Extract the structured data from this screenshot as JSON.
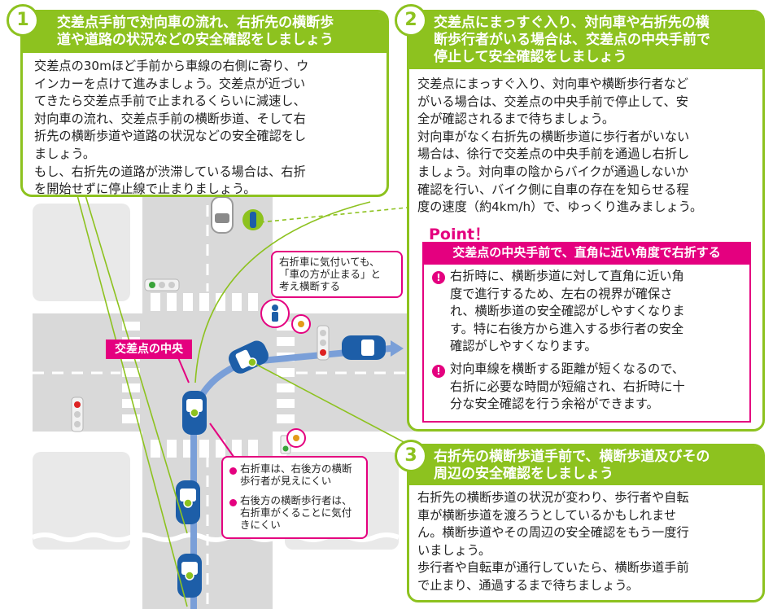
{
  "colors": {
    "accent_green": "#8dc21f",
    "accent_pink": "#e4007f",
    "car_blue": "#1d5ea8",
    "road_gray": "#d9d9d9",
    "route_blue": "#7a9fd8"
  },
  "step1": {
    "number": "1",
    "title_line1": "交差点手前で対向車の流れ、右折先の横断歩",
    "title_line2": "道や道路の状況などの安全確認をしましょう",
    "body": "交差点の30mほど手前から車線の右側に寄り、ウ\nインカーを点けて進みましょう。交差点が近づい\nてきたら交差点手前で止まれるくらいに減速し、\n対向車の流れ、交差点手前の横断歩道、そして右\n折先の横断歩道や道路の状況などの安全確認をし\nましょう。\nもし、右折先の道路が渋滞している場合は、右折\nを開始せずに停止線で止まりましょう。"
  },
  "step2": {
    "number": "2",
    "title_line1": "交差点にまっすぐ入り、対向車や右折先の横",
    "title_line2": "断歩行者がいる場合は、交差点の中央手前で",
    "title_line3": "停止して安全確認をしましょう",
    "body": "交差点にまっすぐ入り、対向車や横断歩行者など\nがいる場合は、交差点の中央手前で停止して、安\n全が確認されるまで待ちましょう。\n対向車がなく右折先の横断歩道に歩行者がいない\n場合は、徐行で交差点の中央手前を通過し右折し\nましょう。対向車の陰からバイクが通過しないか\n確認を行い、バイク側に自車の存在を知らせる程\n度の速度（約4km/h）で、ゆっくり進みましょう。",
    "point_label": "Point！",
    "point_heading": "交差点の中央手前で、直角に近い角度で右折する",
    "point_items": [
      "右折時に、横断歩道に対して直角に近い角\n度で進行するため、左右の視界が確保さ\nれ、横断歩道の安全確認がしやすくなりま\nす。特に右後方から進入する歩行者の安全\n確認がしやすくなります。",
      "対向車線を横断する距離が短くなるので、\n右折に必要な時間が短縮され、右折時に十\n分な安全確認を行う余裕ができます。"
    ]
  },
  "step3": {
    "number": "3",
    "title_line1": "右折先の横断歩道手前で、横断歩道及びその",
    "title_line2": "周辺の安全確認をしましょう",
    "body": "右折先の横断歩道の状況が変わり、歩行者や自転\n車が横断歩道を渡ろうとしているかもしれませ\nん。横断歩道やその周辺の安全確認をもう一度行\nいましょう。\n歩行者や自転車が通行していたら、横断歩道手前\nで止まり、通過するまで待ちましょう。"
  },
  "map": {
    "center_tag": "交差点の中央",
    "callout_pedestrian": "右折車に気付いても、\n「車の方が止まる」と\n考え横断する",
    "callout_driver_items": [
      "右折車は、右後方の横断\n歩行者が見えにくい",
      "右後方の横断歩行者は、\n右折車がくることに気付\nきにくい"
    ]
  }
}
